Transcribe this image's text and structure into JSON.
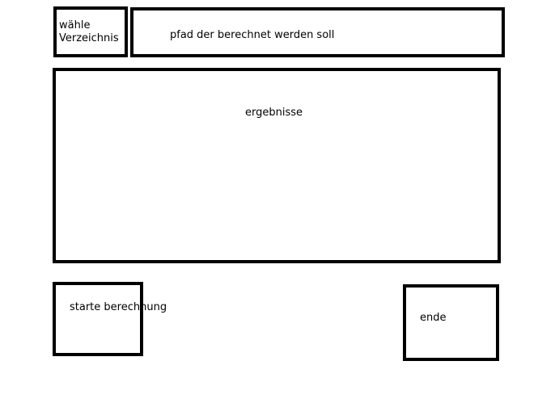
{
  "choose_directory": {
    "label": "wähle Verzeichnis"
  },
  "path_field": {
    "placeholder": "pfad der berechnet werden soll"
  },
  "results": {
    "label": "ergebnisse"
  },
  "start_button": {
    "label": "starte berechnung"
  },
  "end_button": {
    "label": "ende"
  }
}
